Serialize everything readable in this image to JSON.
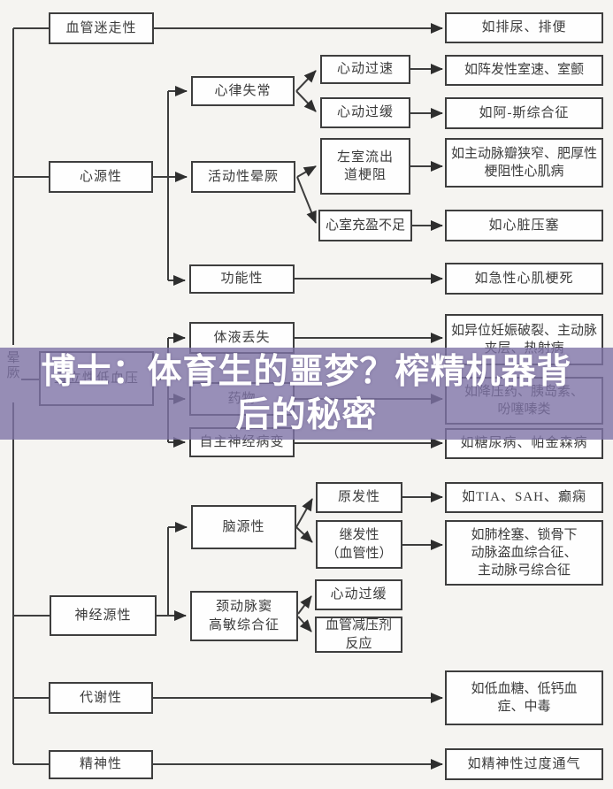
{
  "page": {
    "background_color": "#f5f4f1",
    "line_color": "#3e3e3e",
    "box_border_color": "#3e3e3e",
    "box_fill_color": "#fefefe",
    "text_color": "#3b3b3b"
  },
  "watermark": {
    "text": "博士：体育生的噩梦？榨精机器背后的秘密",
    "band_color": "#7e73a6",
    "text_color": "#ffffff"
  },
  "diagram": {
    "root": "晕厥",
    "level1": {
      "vasovagal": "血管迷走性",
      "cardiac": "心源性",
      "orthostatic": "直立性低血压",
      "neurogenic": "神经源性",
      "metabolic": "代谢性",
      "psychiatric": "精神性"
    },
    "level2": {
      "arrhythmia": "心律失常",
      "exertional": "活动性晕厥",
      "functional": "功能性",
      "fluid_loss": "体液丢失",
      "drugs": "药物",
      "autonomic": "自主神经病变",
      "cerebral": "脑源性",
      "carotid": "颈动脉窦\n高敏综合征"
    },
    "level3": {
      "tachycardia": "心动过速",
      "bradycardia": "心动过缓",
      "lvot_obstruction": "左室流出\n道梗阻",
      "filling_deficit": "心室充盈不足",
      "primary": "原发性",
      "secondary": "继发性\n（血管性）",
      "bradycardia2": "心动过缓",
      "vasodepressor": "血管减压剂\n反应"
    },
    "examples": {
      "urination": "如排尿、排便",
      "vt_vf": "如阵发性室速、室颤",
      "adams_stokes": "如阿-斯综合征",
      "aortic_stenosis": "如主动脉瓣狭窄、肥厚性\n梗阻性心肌病",
      "tamponade": "如心脏压塞",
      "ami": "如急性心肌梗死",
      "ectopic_pregnancy": "如异位妊娠破裂、主动脉\n夹层、热射病",
      "drug_examples": "如降压药、胰岛素、\n吩噻嗪类",
      "diabetes_parkinson": "如糖尿病、帕金森病",
      "tia_sah": "如TIA、SAH、癫痫",
      "pulmonary_embolism": "如肺栓塞、锁骨下\n动脉盗血综合征、\n主动脉弓综合征",
      "hypoglycemia": "如低血糖、低钙血\n症、中毒",
      "hyperventilation": "如精神性过度通气"
    }
  }
}
